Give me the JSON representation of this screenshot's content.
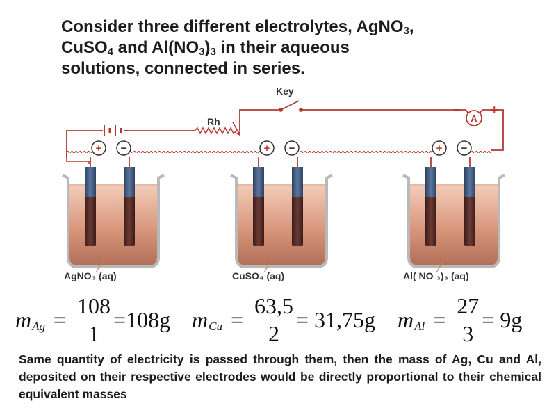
{
  "heading": {
    "line1_prefix": "Consider three different electrolytes, AgNO",
    "line1_sub": "3",
    "line1_suffix": ",",
    "line2_a": "CuSO",
    "line2_sub1": "4",
    "line2_b": " and Al(NO",
    "line2_sub2": "3",
    "line2_c": ")",
    "line2_sub3": "3",
    "line2_d": " in their  aqueous",
    "line3": "solutions, connected in series."
  },
  "circuit": {
    "rheostat_label": "Rh",
    "key_label": "Key",
    "ammeter_label": "A",
    "ammeter_neg": "−",
    "ammeter_pos": "+",
    "plus_sign": "+",
    "minus_sign": "−"
  },
  "cells": [
    {
      "label": "AgNO₃ (aq)"
    },
    {
      "label": "CuSO₄ (aq)"
    },
    {
      "label": "Al( NO ₃)₃ (aq)"
    }
  ],
  "formulas": [
    {
      "symbol": "m",
      "sub": "Ag",
      "num": "108",
      "den": "1",
      "result": "=108g"
    },
    {
      "symbol": "m",
      "sub": "Cu",
      "num": "63,5",
      "den": "2",
      "result": "= 31,75g"
    },
    {
      "symbol": "m",
      "sub": "Al",
      "num": "27",
      "den": "3",
      "result": "= 9g"
    }
  ],
  "note": "Same quantity of electricity is passed through them, then the mass of Ag, Cu and Al, deposited on their respective electrodes would be directly proportional to their chemical equivalent masses",
  "colors": {
    "wire": "#b5392f",
    "solution_top": "#f0c4ae",
    "solution_bottom": "#b7755e",
    "electrode_dark": "#5a2a26",
    "electrode_blue": "#3b5378",
    "beaker_rim": "#b9b9b9"
  }
}
